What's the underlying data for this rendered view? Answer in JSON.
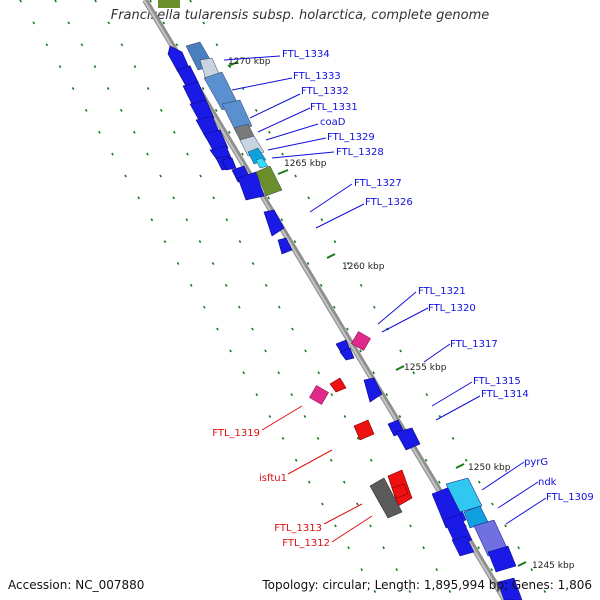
{
  "title": "Francisella tularensis subsp. holarctica, complete genome",
  "accession": "Accession: NC_007880",
  "summary": "Topology: circular; Length: 1,895,994 bp; Genes: 1,806",
  "colors": {
    "backbone": "#808080",
    "cds": "#1a1ae6",
    "rna": "#e0105a",
    "pseudo": "#ee1111",
    "tick": "#1a7a1a",
    "label_blue": "#1010dd",
    "label_red": "#dd1010"
  },
  "scale_labels": [
    "1270 kbp",
    "1265 kbp",
    "1260 kbp",
    "1255 kbp",
    "1250 kbp",
    "1245 kbp"
  ],
  "gene_labels_right": [
    "FTL_1334",
    "FTL_1333",
    "FTL_1332",
    "FTL_1331",
    "coaD",
    "FTL_1329",
    "FTL_1328",
    "FTL_1327",
    "FTL_1326",
    "FTL_1321",
    "FTL_1320",
    "FTL_1317",
    "FTL_1315",
    "FTL_1314",
    "pyrG",
    "ndk",
    "FTL_1309"
  ],
  "gene_labels_left": [
    "FTL_1319",
    "isftu1",
    "FTL_1313",
    "FTL_1312"
  ]
}
